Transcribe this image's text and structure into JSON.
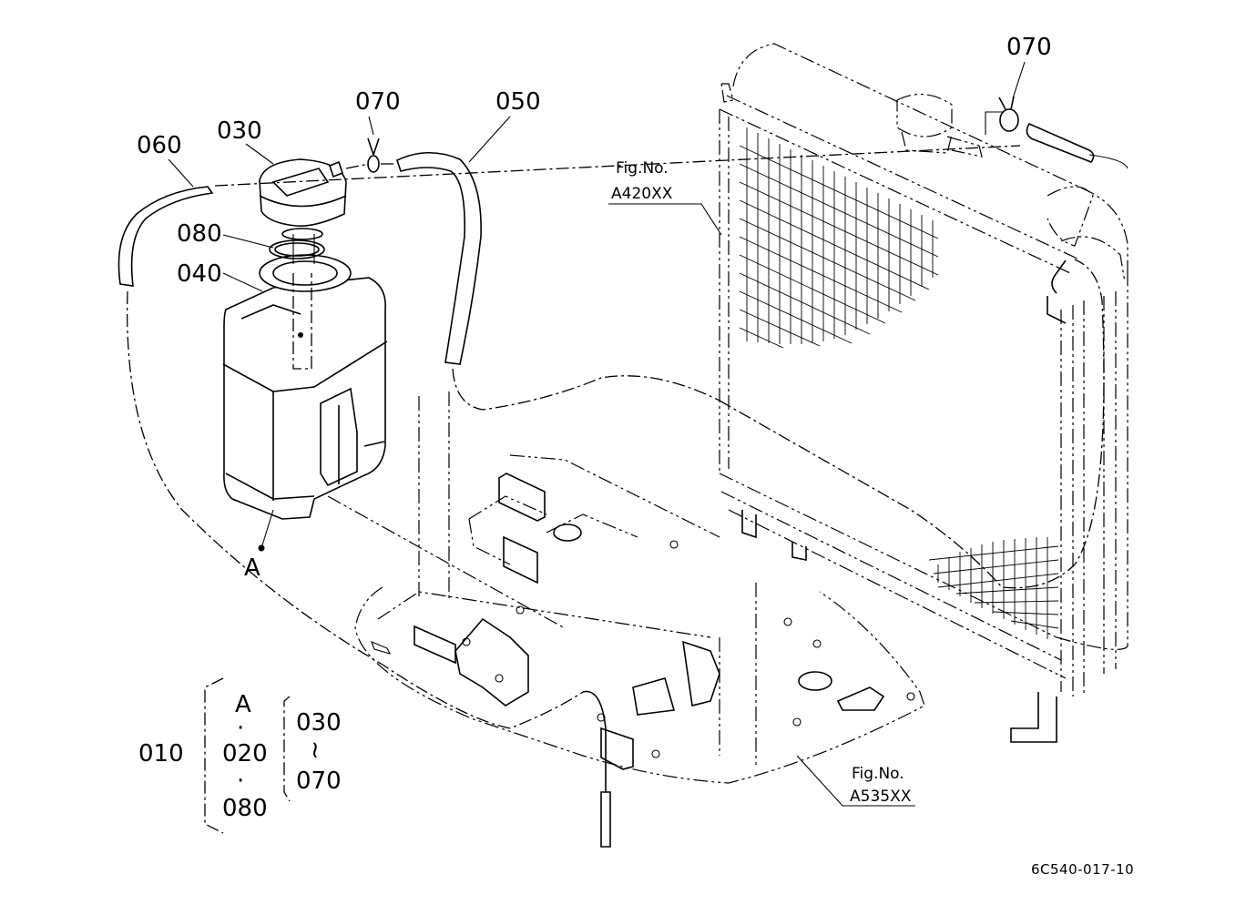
{
  "callouts": {
    "p070_top": "070",
    "p070_left": "070",
    "p050": "050",
    "p030": "030",
    "p060": "060",
    "p080": "080",
    "p040": "040",
    "point_a": "A"
  },
  "figure_refs": {
    "radiator": {
      "line1": "Fig.No.",
      "line2": "A420XX"
    },
    "frame": {
      "line1": "Fig.No.",
      "line2": "A535XX"
    }
  },
  "assembly_key": {
    "assembly": "010",
    "left_group": [
      "A",
      "·",
      "020",
      "·",
      "080"
    ],
    "right_group": [
      "030",
      "≀",
      "070"
    ]
  },
  "drawing_code": "6C540-017-10"
}
